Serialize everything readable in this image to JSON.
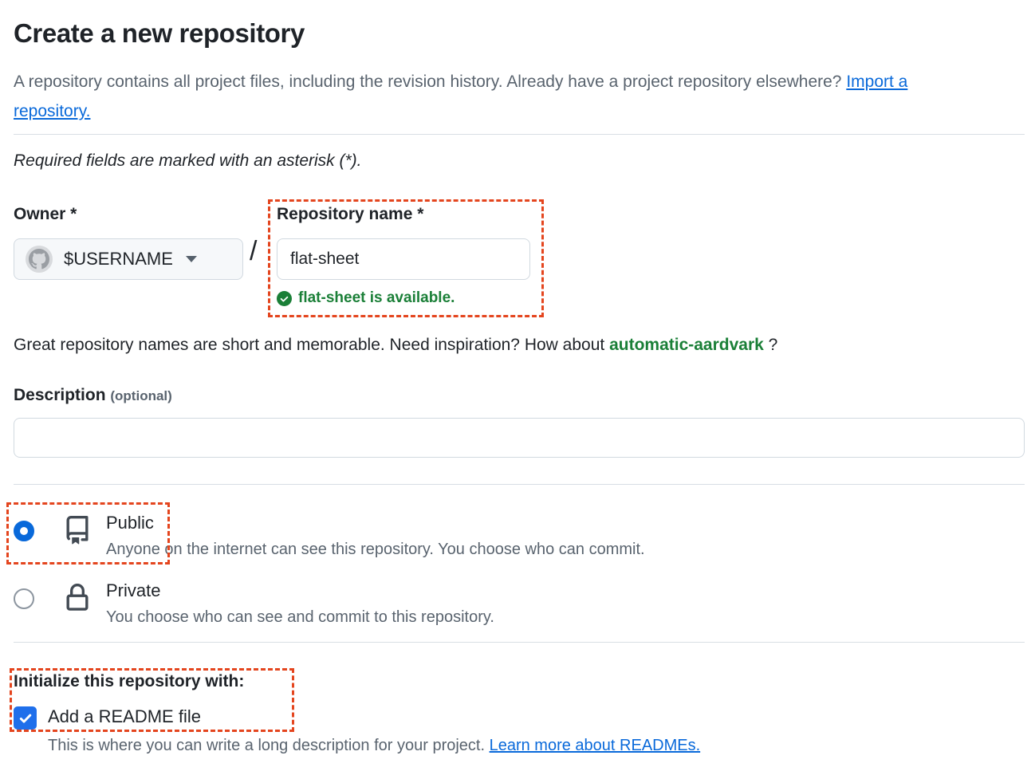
{
  "page": {
    "title": "Create a new repository",
    "intro_text": "A repository contains all project files, including the revision history. Already have a project repository elsewhere? ",
    "intro_link": "Import a repository.",
    "required_note": "Required fields are marked with an asterisk (*)."
  },
  "owner": {
    "label": "Owner *",
    "value": "$USERNAME",
    "avatar_icon": "github-octocat-avatar",
    "caret_icon": "chevron-down-icon",
    "separator": "/"
  },
  "repo_name": {
    "label": "Repository name *",
    "value": "flat-sheet",
    "availability_text": "flat-sheet is available.",
    "availability_icon": "check-circle-icon",
    "availability_color": "#1a7f37"
  },
  "inspiration": {
    "prefix": "Great repository names are short and memorable. Need inspiration? How about ",
    "suggestion": "automatic-aardvark",
    "suffix": " ?"
  },
  "description": {
    "label": "Description",
    "optional_tag": "(optional)",
    "value": "",
    "placeholder": ""
  },
  "visibility": {
    "options": [
      {
        "id": "public",
        "title": "Public",
        "description": "Anyone on the internet can see this repository. You choose who can commit.",
        "icon": "repo-book-icon",
        "selected": true
      },
      {
        "id": "private",
        "title": "Private",
        "description": "You choose who can see and commit to this repository.",
        "icon": "lock-icon",
        "selected": false
      }
    ]
  },
  "initialize": {
    "label": "Initialize this repository with:",
    "readme_label": "Add a README file",
    "readme_checked": true,
    "readme_description": "This is where you can write a long description for your project. ",
    "readme_link": "Learn more about READMEs."
  },
  "colors": {
    "accent_blue": "#0969da",
    "checkbox_blue": "#1f6feb",
    "success_green": "#1a7f37",
    "annotation_orange": "#e4451e",
    "border_gray": "#d1d9e0",
    "muted_text": "#59636e"
  }
}
